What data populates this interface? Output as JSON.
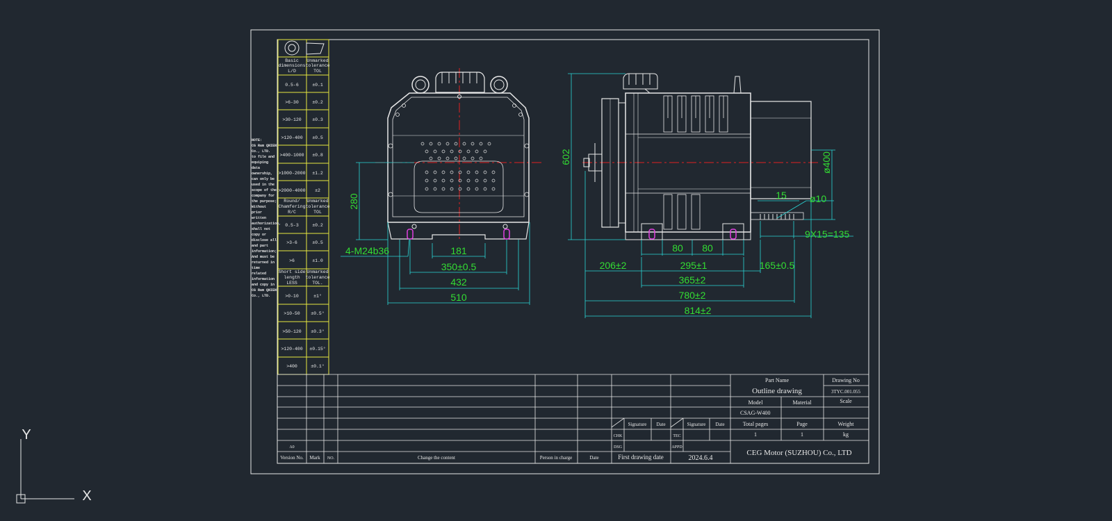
{
  "tolerance_table": {
    "header_basic": "Basic",
    "header_dimensions": "dimensions",
    "header_ld": "L/D",
    "header_unmarked": "Unmarked",
    "header_tolerance": "tolerance",
    "header_tol": "TOL",
    "linear_rows": [
      {
        "range": "0.5-6",
        "tol": "±0.1"
      },
      {
        "range": ">6-30",
        "tol": "±0.2"
      },
      {
        "range": ">30-120",
        "tol": "±0.3"
      },
      {
        "range": ">120-400",
        "tol": "±0.5"
      },
      {
        "range": ">400-1000",
        "tol": "±0.8"
      },
      {
        "range": ">1000-2000",
        "tol": "±1.2"
      },
      {
        "range": ">2000-4000",
        "tol": "±2"
      }
    ],
    "round_header_1": "Round/",
    "round_header_2": "Chamfering",
    "round_header_3": "R/C",
    "round_tol_1": "Unmarked",
    "round_tol_2": "tolerance",
    "round_tol_3": "TOL",
    "round_rows": [
      {
        "range": "0.5-3",
        "tol": "±0.2"
      },
      {
        "range": ">3-6",
        "tol": "±0.5"
      },
      {
        "range": ">6",
        "tol": "±1.0"
      }
    ],
    "angle_header_1": "Short side",
    "angle_header_2": "length",
    "angle_header_3": "LESS",
    "angle_tol_1": "Unmarked",
    "angle_tol_2": "tolerance",
    "angle_tol_3": "TOL.",
    "angle_rows": [
      {
        "range": ">0-10",
        "tol": "±1°"
      },
      {
        "range": ">10-50",
        "tol": "±0.5°"
      },
      {
        "range": ">50-120",
        "tol": "±0.3°"
      },
      {
        "range": ">120-400",
        "tol": "±0.15°"
      },
      {
        "range": ">400",
        "tol": "±0.1°"
      }
    ]
  },
  "side_note": [
    "NOTE:",
    "CG Ram QNIEN",
    "Co., LTD.",
    "to file and",
    "equiping",
    "data",
    "ownership,",
    "can only be",
    "used in the",
    "scope of the",
    "company for",
    "the purpose;",
    "Without",
    "prior",
    "written",
    "authorization,",
    "shall not",
    "copy or",
    "disclose all",
    "and part",
    "information;",
    "And must be",
    "returned in",
    "time",
    "related",
    "information",
    "and copy in",
    "CG Ram QNIEN",
    "Co., LTD."
  ],
  "front_view": {
    "dim_280": "280",
    "dim_bolts": "4-M24b36",
    "dim_181": "181",
    "dim_350": "350±0.5",
    "dim_432": "432",
    "dim_510": "510"
  },
  "side_view": {
    "dim_602": "602",
    "dim_400": "ø400",
    "dim_15": "15",
    "dim_10": "ø10",
    "dim_9x15": "9X15=135",
    "dim_80a": "80",
    "dim_80b": "80",
    "dim_206": "206±2",
    "dim_295": "295±1",
    "dim_165": "165±0.5",
    "dim_365": "365±2",
    "dim_780": "780±2",
    "dim_814": "814±2"
  },
  "title_block": {
    "part_name_label": "Part Name",
    "drawing_no_label": "Drawing No",
    "part_name": "Outline drawing",
    "drawing_no": "3TYC.001.055",
    "model_label": "Model",
    "material_label": "Material",
    "scale_label": "Scale",
    "model": "CSAG-W400",
    "signature_1": "Signature",
    "date_1": "Date",
    "signature_2": "Signature",
    "date_2": "Date",
    "total_pages_label": "Total pages",
    "page_label": "Page",
    "weight_label": "Weight",
    "chk": "CHK",
    "tec": "TEC",
    "total_pages": "1",
    "page": "1",
    "weight_unit": "kg",
    "dsg": "DSG",
    "appd": "APPD",
    "a0": "A0",
    "version_no": "Version No.",
    "mark": "Mark",
    "no": "NO.",
    "change_content": "Change the content",
    "person_in_charge": "Person in charge",
    "date_col": "Date",
    "first_drawing_date": "First drawing date",
    "drawing_date": "2024.6.4",
    "company": "CEG Motor (SUZHOU) Co., LTD"
  },
  "ucs": {
    "y_label": "Y",
    "x_label": "X"
  },
  "colors": {
    "background": "#212830",
    "line": "#e8e8e8",
    "dimension_text": "#33dd33",
    "dimension_line": "#2ad6d6",
    "centerline": "#e02020",
    "table_border": "#e8e840",
    "bolt_marker": "#e040e0"
  }
}
